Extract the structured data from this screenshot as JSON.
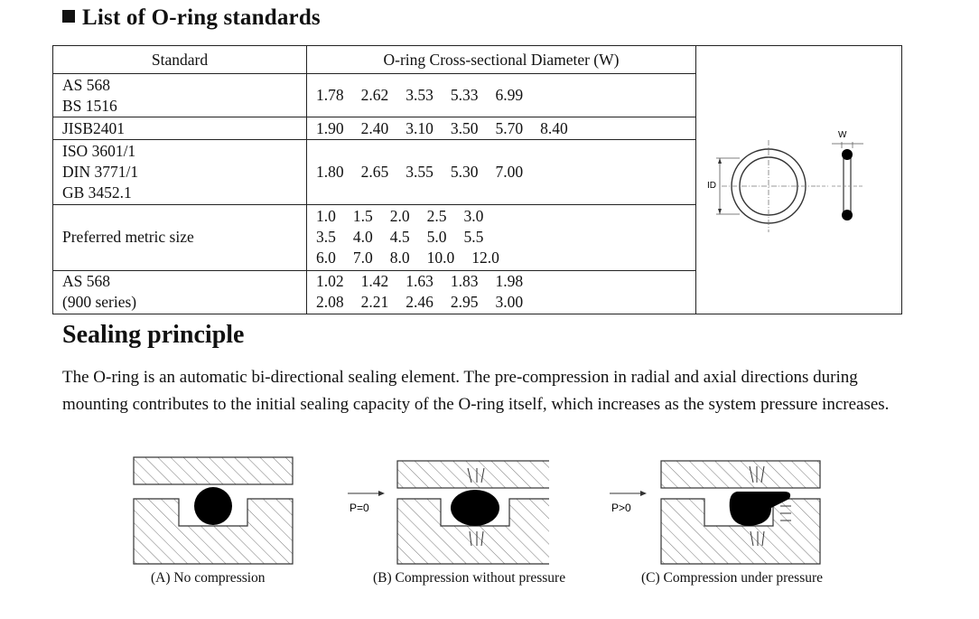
{
  "heading_list": "List of O-ring standards",
  "table": {
    "headers": [
      "Standard",
      "O-ring Cross-sectional Diameter (W)"
    ],
    "rows": [
      {
        "standard": [
          "AS 568",
          "BS 1516"
        ],
        "values": [
          [
            "1.78",
            "2.62",
            "3.53",
            "5.33",
            "6.99"
          ]
        ]
      },
      {
        "standard": [
          "JISB2401"
        ],
        "values": [
          [
            "1.90",
            "2.40",
            "3.10",
            "3.50",
            "5.70",
            "8.40"
          ]
        ]
      },
      {
        "standard": [
          "ISO 3601/1",
          "DIN 3771/1",
          "GB 3452.1"
        ],
        "values": [
          [
            "1.80",
            "2.65",
            "3.55",
            "5.30",
            "7.00"
          ]
        ]
      },
      {
        "standard": [
          "Preferred metric size"
        ],
        "values": [
          [
            "1.0",
            "1.5",
            "2.0",
            "2.5",
            "3.0"
          ],
          [
            "3.5",
            "4.0",
            "4.5",
            "5.0",
            "5.5"
          ],
          [
            "6.0",
            "7.0",
            "8.0",
            "10.0",
            "12.0"
          ]
        ]
      },
      {
        "standard": [
          "AS 568",
          "(900 series)"
        ],
        "values": [
          [
            "1.02",
            "1.42",
            "1.63",
            "1.83",
            "1.98"
          ],
          [
            "2.08",
            "2.21",
            "2.46",
            "2.95",
            "3.00"
          ]
        ]
      }
    ],
    "diagram_labels": {
      "id": "ID",
      "w": "W"
    }
  },
  "heading_sealing": "Sealing principle",
  "paragraph": "The O-ring is an automatic bi-directional sealing element. The pre-compression in radial and axial directions during mounting contributes to the initial sealing capacity of the O-ring itself, which increases as the system pressure increases.",
  "figures": [
    {
      "caption": "(A) No compression",
      "pressure_label": ""
    },
    {
      "caption": "(B) Compression without pressure",
      "pressure_label": "P=0"
    },
    {
      "caption": "(C) Compression under pressure",
      "pressure_label": "P>0"
    }
  ]
}
